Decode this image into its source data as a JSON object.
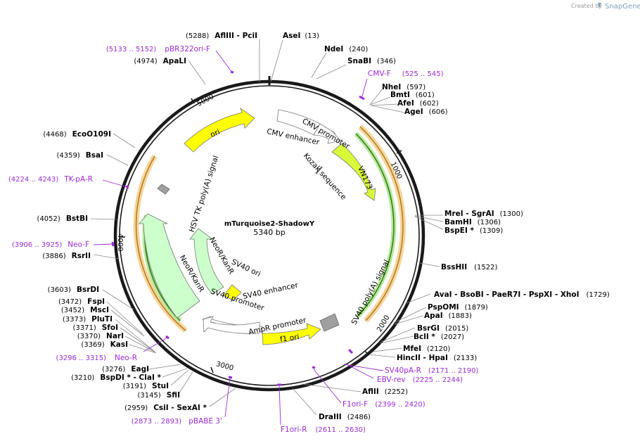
{
  "credit": {
    "created_by": "Created by",
    "brand": "SnapGene"
  },
  "plasmid": {
    "name": "mTurquoise2-ShadowY",
    "length_label": "5340 bp"
  },
  "ticks": [
    "1000",
    "2000",
    "3000",
    "4000",
    "5000"
  ],
  "sites": [
    {
      "pos": "(13)",
      "name": "AseI"
    },
    {
      "pos": "(240)",
      "name": "NdeI"
    },
    {
      "pos": "(346)",
      "name": "SnaBI"
    },
    {
      "pos": "(597)",
      "name": "NheI"
    },
    {
      "pos": "(601)",
      "name": "BmtI"
    },
    {
      "pos": "(602)",
      "name": "AfeI"
    },
    {
      "pos": "(606)",
      "name": "AgeI"
    },
    {
      "pos": "(1300)",
      "name": "MreI - SgrAI"
    },
    {
      "pos": "(1306)",
      "name": "BamHI"
    },
    {
      "pos": "(1309)",
      "name": "BspEI *"
    },
    {
      "pos": "(1522)",
      "name": "BssHII"
    },
    {
      "pos": "(1729)",
      "name": "AvaI - BsoBI - PaeR7I - PspXI - XhoI"
    },
    {
      "pos": "(1879)",
      "name": "PspOMI"
    },
    {
      "pos": "(1883)",
      "name": "ApaI"
    },
    {
      "pos": "(2015)",
      "name": "BsrGI"
    },
    {
      "pos": "(2027)",
      "name": "BclI *"
    },
    {
      "pos": "(2120)",
      "name": "MfeI"
    },
    {
      "pos": "(2133)",
      "name": "HincII - HpaI"
    },
    {
      "pos": "(2252)",
      "name": "AflII"
    },
    {
      "pos": "(2486)",
      "name": "DraIII"
    },
    {
      "pos": "(2959)",
      "name": "CsiI - SexAI *"
    },
    {
      "pos": "(3145)",
      "name": "SfiI"
    },
    {
      "pos": "(3191)",
      "name": "StuI"
    },
    {
      "pos": "(3210)",
      "name": "BspDI * - ClaI *"
    },
    {
      "pos": "(3276)",
      "name": "EagI"
    },
    {
      "pos": "(3369)",
      "name": "KasI"
    },
    {
      "pos": "(3370)",
      "name": "NarI"
    },
    {
      "pos": "(3371)",
      "name": "SfoI"
    },
    {
      "pos": "(3373)",
      "name": "PluTI"
    },
    {
      "pos": "(3452)",
      "name": "MscI"
    },
    {
      "pos": "(3472)",
      "name": "FspI"
    },
    {
      "pos": "(3603)",
      "name": "BsrDI"
    },
    {
      "pos": "(3886)",
      "name": "RsrII"
    },
    {
      "pos": "(4052)",
      "name": "BstBI"
    },
    {
      "pos": "(4359)",
      "name": "BsaI"
    },
    {
      "pos": "(4468)",
      "name": "EcoO109I"
    },
    {
      "pos": "(4974)",
      "name": "ApaLI"
    },
    {
      "pos": "(5288)",
      "name": "AflIII - PciI"
    }
  ],
  "primers": [
    {
      "name": "CMV-F",
      "range": "(525 .. 545)"
    },
    {
      "name": "SV40pA-R",
      "range": "(2171 .. 2190)"
    },
    {
      "name": "EBV-rev",
      "range": "(2225 .. 2244)"
    },
    {
      "name": "F1ori-F",
      "range": "(2399 .. 2420)"
    },
    {
      "name": "F1ori-R",
      "range": "(2611 .. 2630)"
    },
    {
      "name": "pBABE 3'",
      "range": "(2873 .. 2893)"
    },
    {
      "name": "Neo-R",
      "range": "(3296 .. 3315)"
    },
    {
      "name": "Neo-F",
      "range": "(3906 .. 3925)"
    },
    {
      "name": "TK-pA-R",
      "range": "(4224 .. 4243)"
    },
    {
      "name": "pBR322ori-F",
      "range": "(5133 .. 5152)"
    }
  ],
  "features": {
    "cmv_enhancer": "CMV enhancer",
    "cmv_promoter": "CMV promoter",
    "kozak": "Kozak sequence",
    "vn173": "VN173",
    "sv40_polya": "SV40 poly(A) signal",
    "f1_ori": "f1 ori",
    "ampr_promoter": "AmpR promoter",
    "sv40_promoter": "SV40 promoter",
    "sv40_enhancer": "SV40 enhancer",
    "sv40_ori": "SV40 ori",
    "neor_inner": "NeoR/KanR",
    "neor_outer": "NeoR/KanR",
    "hsv_tk_polya": "HSV TK poly(A) signal",
    "ori": "ori"
  },
  "colors": {
    "backbone": "#1a1a1a",
    "enzyme_text": "#000000",
    "primer": "#9a2bd4",
    "yellow_feature": "#ffff00",
    "lime_feature": "#d9fa3a",
    "neor_feature": "#ccffcc",
    "white_feature": "#ffffff",
    "polya": "#a0a0a0",
    "orange_orf": "#f6d59a",
    "green_orf": "#b8e89a",
    "snapgene_blue": "#7f9fbf"
  }
}
